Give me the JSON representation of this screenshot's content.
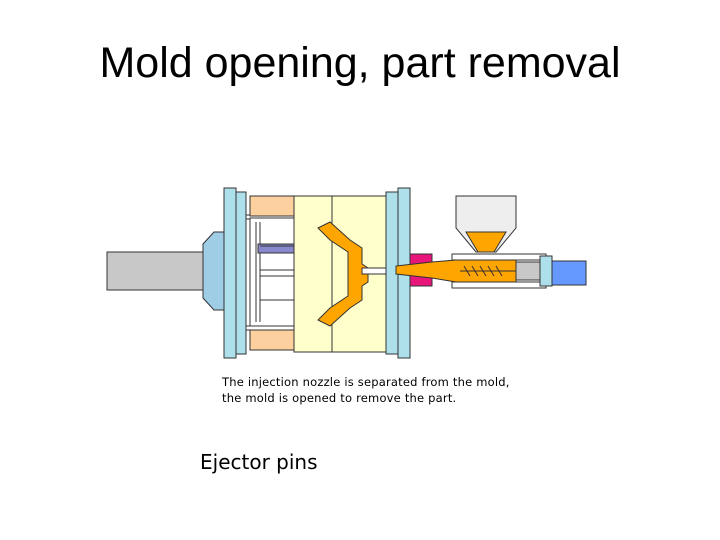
{
  "slide": {
    "title": "Mold opening, part removal"
  },
  "diagram": {
    "caption_line_1": "The injection nozzle is separated from the mold,",
    "caption_line_2": "the mold is opened to remove the part.",
    "colors": {
      "platen": "#aee0ec",
      "mold_body": "#ffffcc",
      "part": "#ffa500",
      "nozzle_heater": "#e8157a",
      "ram": "#c8c8c8",
      "hydraulic": "#6699ff",
      "ejector_plate": "#8888cc",
      "clamp_block": "#fdd0a0",
      "hopper": "#eeeeee"
    }
  },
  "labels": {
    "ejector_pins": "Ejector pins"
  }
}
